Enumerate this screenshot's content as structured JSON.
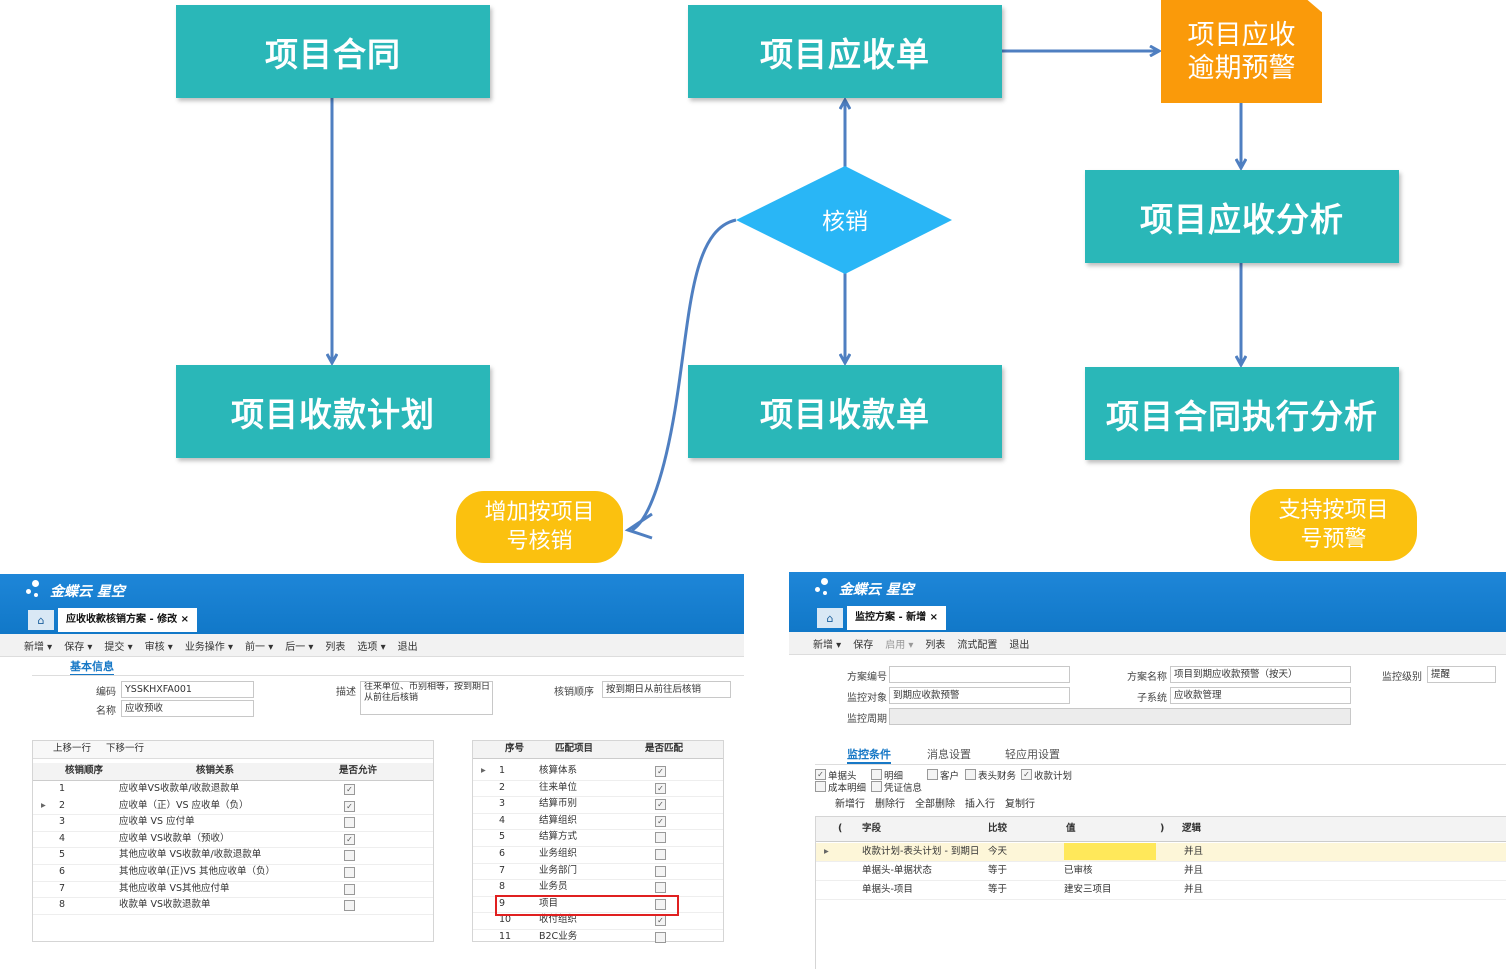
{
  "flow": {
    "contract": "项目合同",
    "payment_plan": "项目收款计划",
    "receivable": "项目应收单",
    "receipt": "项目收款单",
    "writeoff": "核销",
    "overdue": [
      "项目应收",
      "逾期预警"
    ],
    "recv_analysis": "项目应收分析",
    "contract_exec": "项目合同执行分析",
    "note_left": [
      "增加按项目",
      "号核销"
    ],
    "note_right": [
      "支持按项目",
      "号预警"
    ]
  },
  "colors": {
    "teal": "#2ab7b8",
    "orange": "#fa9a0a",
    "yellow": "#fbc10f",
    "arrow": "#4f7fc1",
    "diamond": "#29b6f6"
  },
  "left_screen": {
    "brand": "金蝶云 星空",
    "tab": "应收收款核销方案 - 修改",
    "toolbar": [
      "新增 ▾",
      "保存 ▾",
      "提交 ▾",
      "审核 ▾",
      "业务操作 ▾",
      "前一 ▾",
      "后一 ▾",
      "列表",
      "选项 ▾",
      "退出"
    ],
    "section": "基本信息",
    "code_label": "编码",
    "code_value": "YSSKHXFA001",
    "name_label": "名称",
    "name_value": "应收预收",
    "desc_label": "描述",
    "desc_value": "往来单位、币别相等，按到期日从前往后核销",
    "order_label": "核销顺序",
    "order_value": "按到期日从前往后核销",
    "grid1_actions": [
      "上移一行",
      "下移一行"
    ],
    "grid1_headers": [
      "核销顺序",
      "核销关系",
      "是否允许"
    ],
    "grid1_rows": [
      {
        "no": "1",
        "rel": "应收单VS收款单/收款退款单",
        "on": true
      },
      {
        "no": "2",
        "rel": "应收单（正）VS 应收单（负）",
        "on": true
      },
      {
        "no": "3",
        "rel": "应收单 VS 应付单",
        "on": false
      },
      {
        "no": "4",
        "rel": "应收单 VS收款单（预收）",
        "on": true
      },
      {
        "no": "5",
        "rel": "其他应收单 VS收款单/收款退款单",
        "on": false
      },
      {
        "no": "6",
        "rel": "其他应收单(正)VS 其他应收单（负）",
        "on": false
      },
      {
        "no": "7",
        "rel": "其他应收单 VS其他应付单",
        "on": false
      },
      {
        "no": "8",
        "rel": "收款单 VS收款退款单",
        "on": false
      }
    ],
    "grid2_headers": [
      "序号",
      "匹配项目",
      "是否匹配"
    ],
    "grid2_rows": [
      {
        "no": "1",
        "item": "核算体系",
        "on": true
      },
      {
        "no": "2",
        "item": "往来单位",
        "on": true
      },
      {
        "no": "3",
        "item": "结算币别",
        "on": true
      },
      {
        "no": "4",
        "item": "结算组织",
        "on": true
      },
      {
        "no": "5",
        "item": "结算方式",
        "on": false
      },
      {
        "no": "6",
        "item": "业务组织",
        "on": false
      },
      {
        "no": "7",
        "item": "业务部门",
        "on": false
      },
      {
        "no": "8",
        "item": "业务员",
        "on": false
      },
      {
        "no": "9",
        "item": "项目",
        "on": false
      },
      {
        "no": "10",
        "item": "收付组织",
        "on": true
      },
      {
        "no": "11",
        "item": "B2C业务",
        "on": false
      }
    ]
  },
  "right_screen": {
    "brand": "金蝶云 星空",
    "tab": "监控方案 - 新增",
    "toolbar": [
      "新增 ▾",
      "保存",
      "启用 ▾",
      "列表",
      "流式配置",
      "退出"
    ],
    "scheme_no_label": "方案编号",
    "scheme_no_value": "",
    "scheme_name_label": "方案名称",
    "scheme_name_value": "项目到期应收款预警（按天）",
    "level_label": "监控级别",
    "level_value": "提醒",
    "target_label": "监控对象",
    "target_value": "到期应收款预警",
    "subsystem_label": "子系统",
    "subsystem_value": "应收款管理",
    "period_label": "监控周期",
    "section_tabs": [
      "监控条件",
      "消息设置",
      "轻应用设置"
    ],
    "checks": [
      {
        "label": "单据头",
        "on": true
      },
      {
        "label": "明细",
        "on": false
      },
      {
        "label": "客户",
        "on": false
      },
      {
        "label": "表头财务",
        "on": false
      },
      {
        "label": "收款计划",
        "on": true
      },
      {
        "label": "成本明细",
        "on": false
      },
      {
        "label": "凭证信息",
        "on": false
      }
    ],
    "row_actions": [
      "新增行",
      "删除行",
      "全部删除",
      "插入行",
      "复制行"
    ],
    "cond_headers": [
      "(",
      "字段",
      "比较",
      "值",
      ")",
      "逻辑"
    ],
    "cond_rows": [
      {
        "field": "收款计划-表头计划 - 到期日",
        "cmp": "今天",
        "val": "",
        "logic": "并且"
      },
      {
        "field": "单据头-单据状态",
        "cmp": "等于",
        "val": "已审核",
        "logic": "并且"
      },
      {
        "field": "单据头-项目",
        "cmp": "等于",
        "val": "建安三项目",
        "logic": "并且"
      }
    ]
  }
}
